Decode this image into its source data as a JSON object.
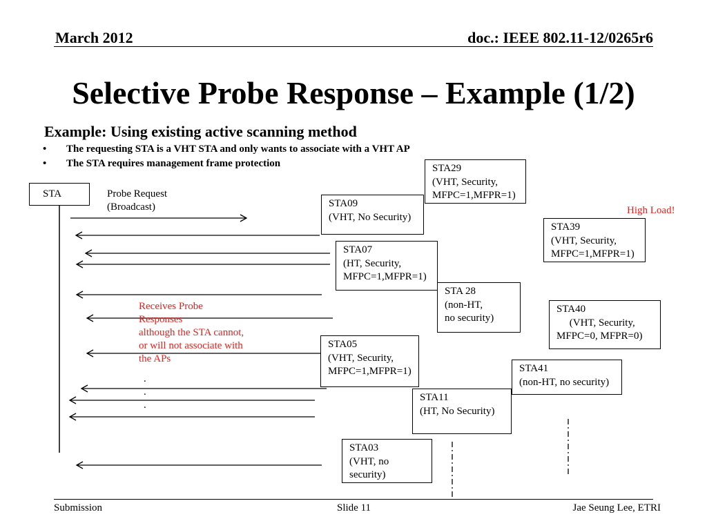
{
  "header": {
    "left": "March 2012",
    "right": "doc.: IEEE 802.11-12/0265r6"
  },
  "title": "Selective Probe Response – Example (1/2)",
  "subtitle": "Example: Using existing active scanning method",
  "bullets": [
    "The requesting STA is a VHT STA and only wants to associate with a VHT AP",
    "The STA requires management frame protection"
  ],
  "sta_label": "STA",
  "probe_request": "Probe Request\n(Broadcast)",
  "high_load": "High Load!",
  "receives_note": "Receives Probe\nResponses\nalthough the STA cannot,\nor will not associate with\nthe APs",
  "dots": ".\n.\n.",
  "stations": {
    "sta29": "STA29\n(VHT, Security,\nMFPC=1,MFPR=1)",
    "sta09": "STA09\n(VHT, No Security)",
    "sta39": "STA39\n(VHT, Security,\nMFPC=1,MFPR=1)",
    "sta07": "STA07\n(HT, Security,\nMFPC=1,MFPR=1)",
    "sta28": "STA 28\n(non-HT,\nno security)",
    "sta40": "STA40\n     (VHT, Security,\nMFPC=0, MFPR=0)",
    "sta05": "STA05\n(VHT, Security,\nMFPC=1,MFPR=1)",
    "sta41": "STA41\n(non-HT, no security)",
    "sta11": "STA11\n(HT, No Security)",
    "sta03": "STA03\n(VHT, no\nsecurity)"
  },
  "footer": {
    "left": "Submission",
    "center": "Slide 11",
    "right": "Jae Seung Lee, ETRI"
  }
}
